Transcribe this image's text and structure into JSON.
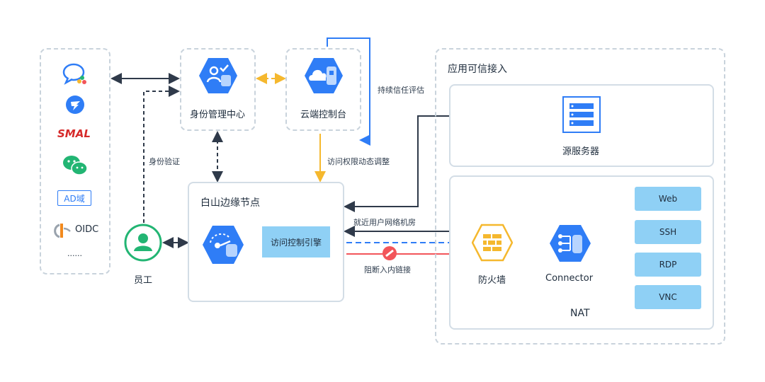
{
  "idps": {
    "smal": "SMAL",
    "ad": "AD域",
    "oidc": "OIDC",
    "more": "......"
  },
  "nodes": {
    "identity_center": "身份管理中心",
    "cloud_console": "云端控制台",
    "edge_node": "白山边缘节点",
    "access_engine": "访问控制引擎",
    "employee": "员工",
    "firewall": "防火墙",
    "connector": "Connector",
    "app_access": "应用可信接入",
    "origin_server": "源服务器",
    "nat": "NAT"
  },
  "edges": {
    "continuous_trust": "持续信任评估",
    "identity_auth": "身份验证",
    "dynamic_adjust": "访问权限动态调整",
    "nearby_room": "就近用户网络机房",
    "block_inbound": "阻断入内链接"
  },
  "services": [
    "Web",
    "SSH",
    "RDP",
    "VNC"
  ],
  "colors": {
    "dark_line": "#2f3a4a",
    "yellow_line": "#f5b82e",
    "blue_line": "#2f7df6",
    "red_line": "#f2555a",
    "service_fill": "#8fd0f5",
    "icon_blue": "#2f7df6",
    "employee_green": "#22b573"
  }
}
